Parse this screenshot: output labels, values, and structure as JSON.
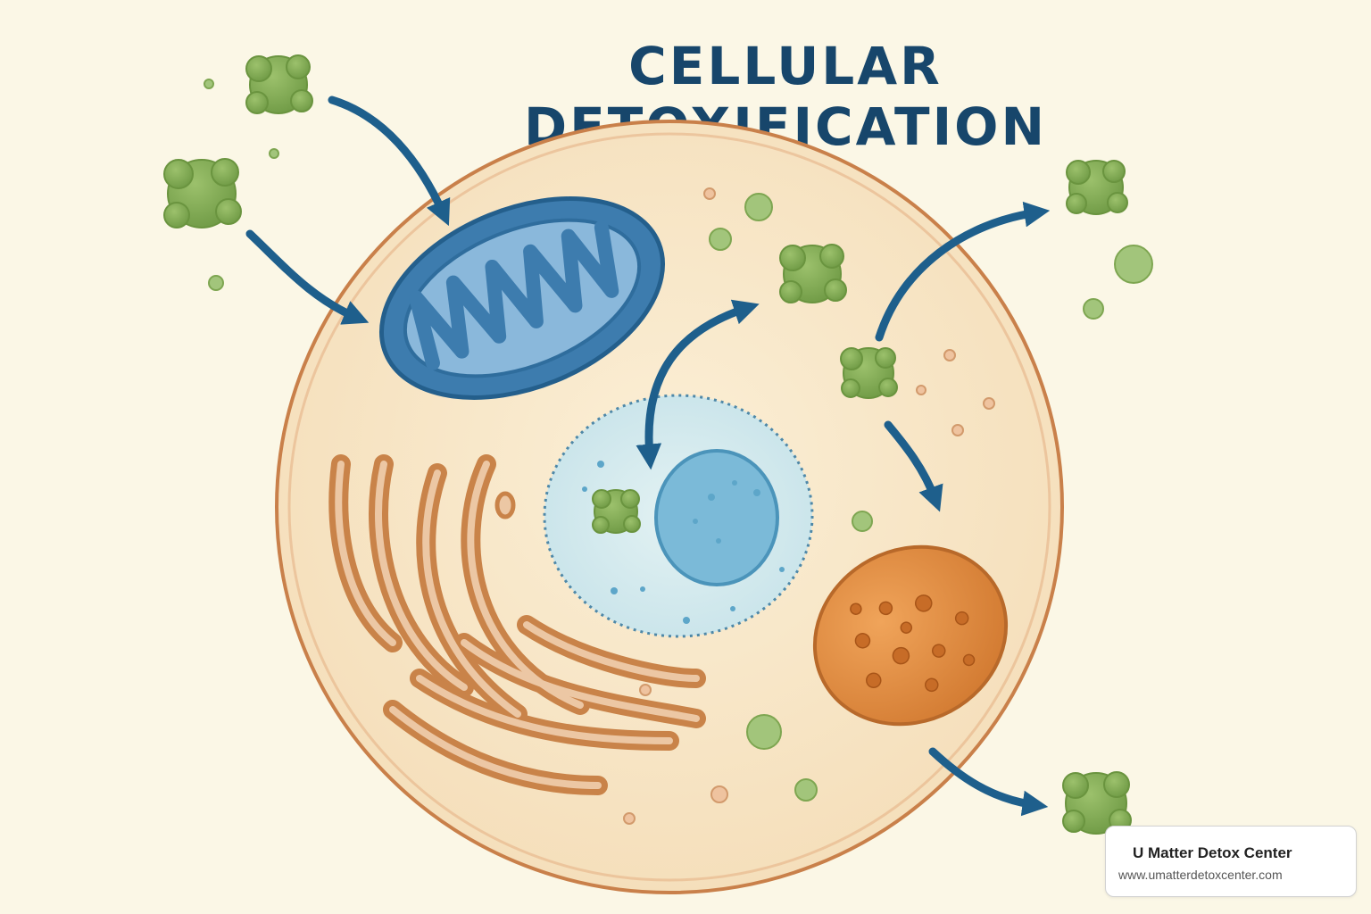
{
  "title": "CELLULAR DETOXIFICATION",
  "badge": {
    "name": "U Matter Detox Center",
    "url": "www.umatterdetoxcenter.com"
  },
  "colors": {
    "background": "#fbf7e6",
    "cytoplasm": "#f7e5c6",
    "membrane": "#c9804a",
    "mitochondrion": "#3d7cae",
    "golgi": "#c98349",
    "nucleus": "#d6ecef",
    "nucleolus": "#7bbad8",
    "lysosome": "#de8a3e",
    "toxin": "#7ea651",
    "arrow": "#1e5f8c",
    "title": "#17466b"
  },
  "icons": [
    "toxin-particle-icon",
    "flow-arrow-icon"
  ]
}
